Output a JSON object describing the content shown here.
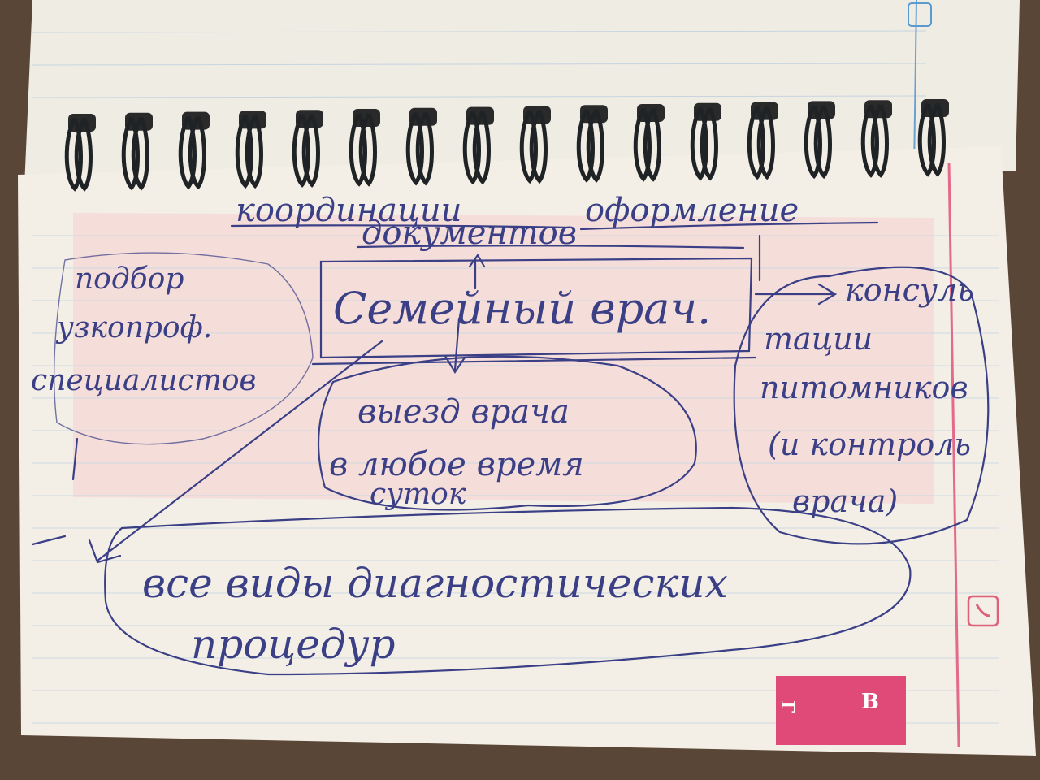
{
  "image": {
    "kind": "photo-of-handwritten-mindmap-in-spiral-notebook"
  },
  "notes": {
    "header_left": "координации",
    "header_right": "оформление",
    "header_line2": "документов",
    "center_box": "Семейный врач.",
    "left_bubble": [
      "подбор",
      "узкопроф.",
      "специалистов"
    ],
    "bottom_center_bubble": [
      "выезд врача",
      "в любое время",
      "суток"
    ],
    "right_bubble": [
      "консуль",
      "тации",
      "питомников",
      "(и контроль",
      "врача)"
    ],
    "bottom_bubble": [
      "все виды диагностических",
      "процедур"
    ]
  },
  "notebook": {
    "tab_letters": [
      "В",
      "Г"
    ],
    "ring_count": 16,
    "colors": {
      "ink": "#3a3f86",
      "page": "#f3efe6",
      "pink_highlight": "#f5d9d6",
      "tab": "#e04a78",
      "margin_line": "#e36a8a",
      "ring": "#1f2326"
    }
  }
}
